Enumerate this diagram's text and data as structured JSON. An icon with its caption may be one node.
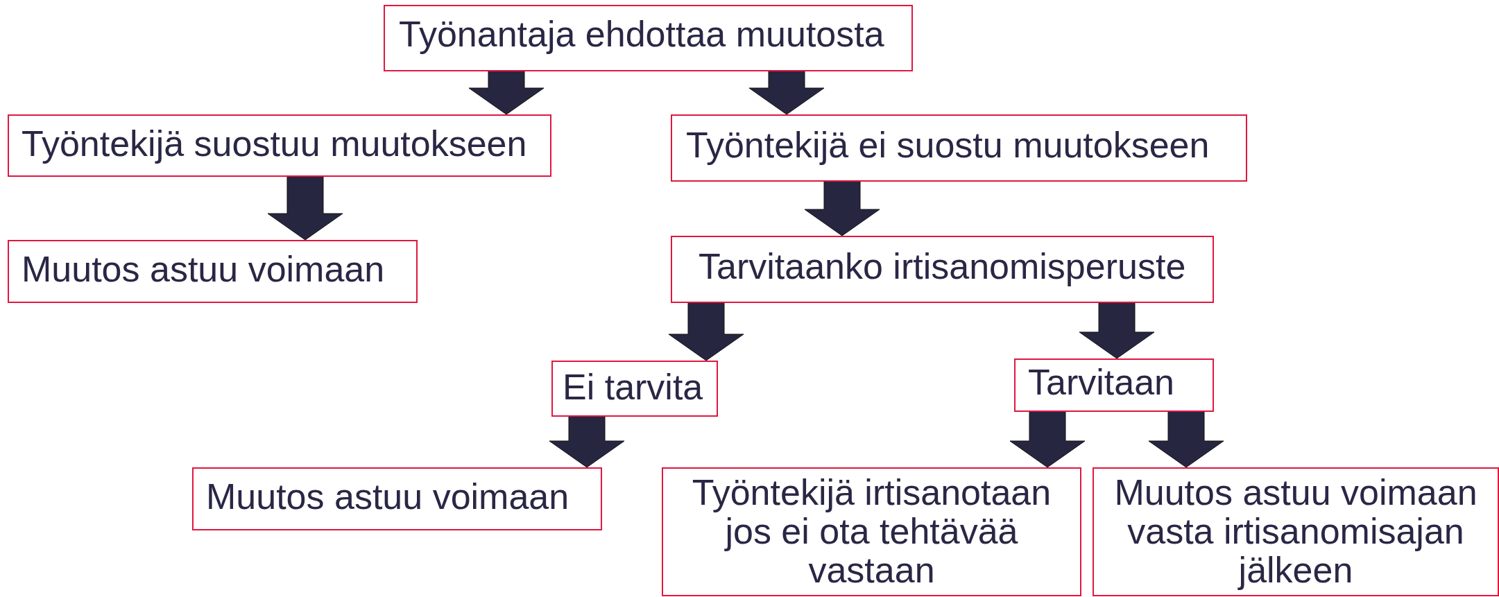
{
  "diagram": {
    "nodes": [
      {
        "text": [
          "Työnantaja ehdottaa muutosta"
        ]
      },
      {
        "text": [
          "Työntekijä suostuu muutokseen"
        ]
      },
      {
        "text": [
          "Työntekijä ei suostu muutokseen"
        ]
      },
      {
        "text": [
          "Muutos astuu voimaan"
        ]
      },
      {
        "text": [
          "Tarvitaanko irtisanomisperuste"
        ]
      },
      {
        "text": [
          "Ei tarvita"
        ]
      },
      {
        "text": [
          "Tarvitaan"
        ]
      },
      {
        "text": [
          "Muutos astuu voimaan"
        ]
      },
      {
        "text": [
          "Työntekijä irtisanotaan jos ei ota tehtävää vastaan"
        ]
      },
      {
        "text": [
          "Muutos astuu voimaan vasta irtisanomisajan jälkeen"
        ]
      }
    ],
    "edges": [
      {
        "from": 0,
        "to": 1,
        "arrow": "to"
      },
      {
        "from": 0,
        "to": 2,
        "arrow": "to"
      },
      {
        "from": 1,
        "to": 3,
        "arrow": "to"
      },
      {
        "from": 2,
        "to": 4,
        "arrow": "to"
      },
      {
        "from": 4,
        "to": 5,
        "arrow": "to"
      },
      {
        "from": 4,
        "to": 6,
        "arrow": "to"
      },
      {
        "from": 5,
        "to": 7,
        "arrow": "to"
      },
      {
        "from": 6,
        "to": 8,
        "arrow": "to"
      },
      {
        "from": 6,
        "to": 9,
        "arrow": "to"
      }
    ]
  }
}
